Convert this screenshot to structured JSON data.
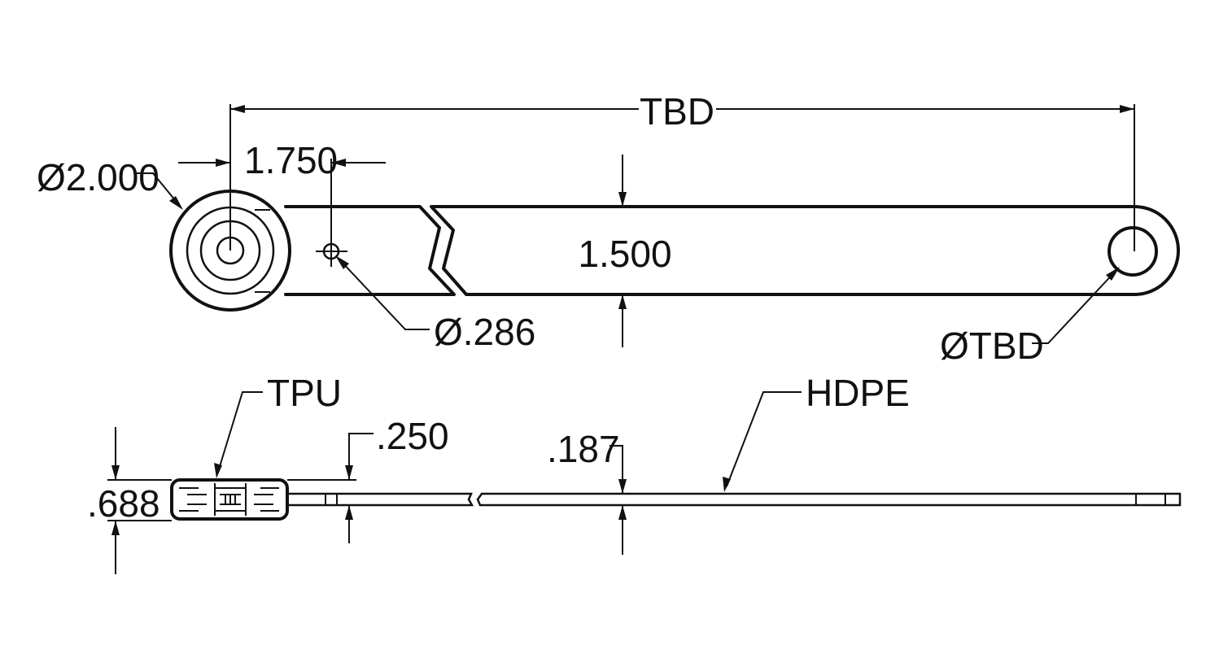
{
  "labels": {
    "overall_length": "TBD",
    "hub_diameter": "Ø2.000",
    "hole_offset": "1.750",
    "small_hole_diameter": ".286",
    "arm_width": "1.500",
    "end_hole_diameter": "TBD",
    "tpu_material": "TPU",
    "hdpe_material": "HDPE",
    "hub_thickness": ".688",
    "arm_thickness_tpu": ".250",
    "arm_thickness_hdpe": ".187"
  },
  "symbols": {
    "diameter": "Ø"
  },
  "colors": {
    "line": "#111111",
    "background": "#ffffff"
  }
}
